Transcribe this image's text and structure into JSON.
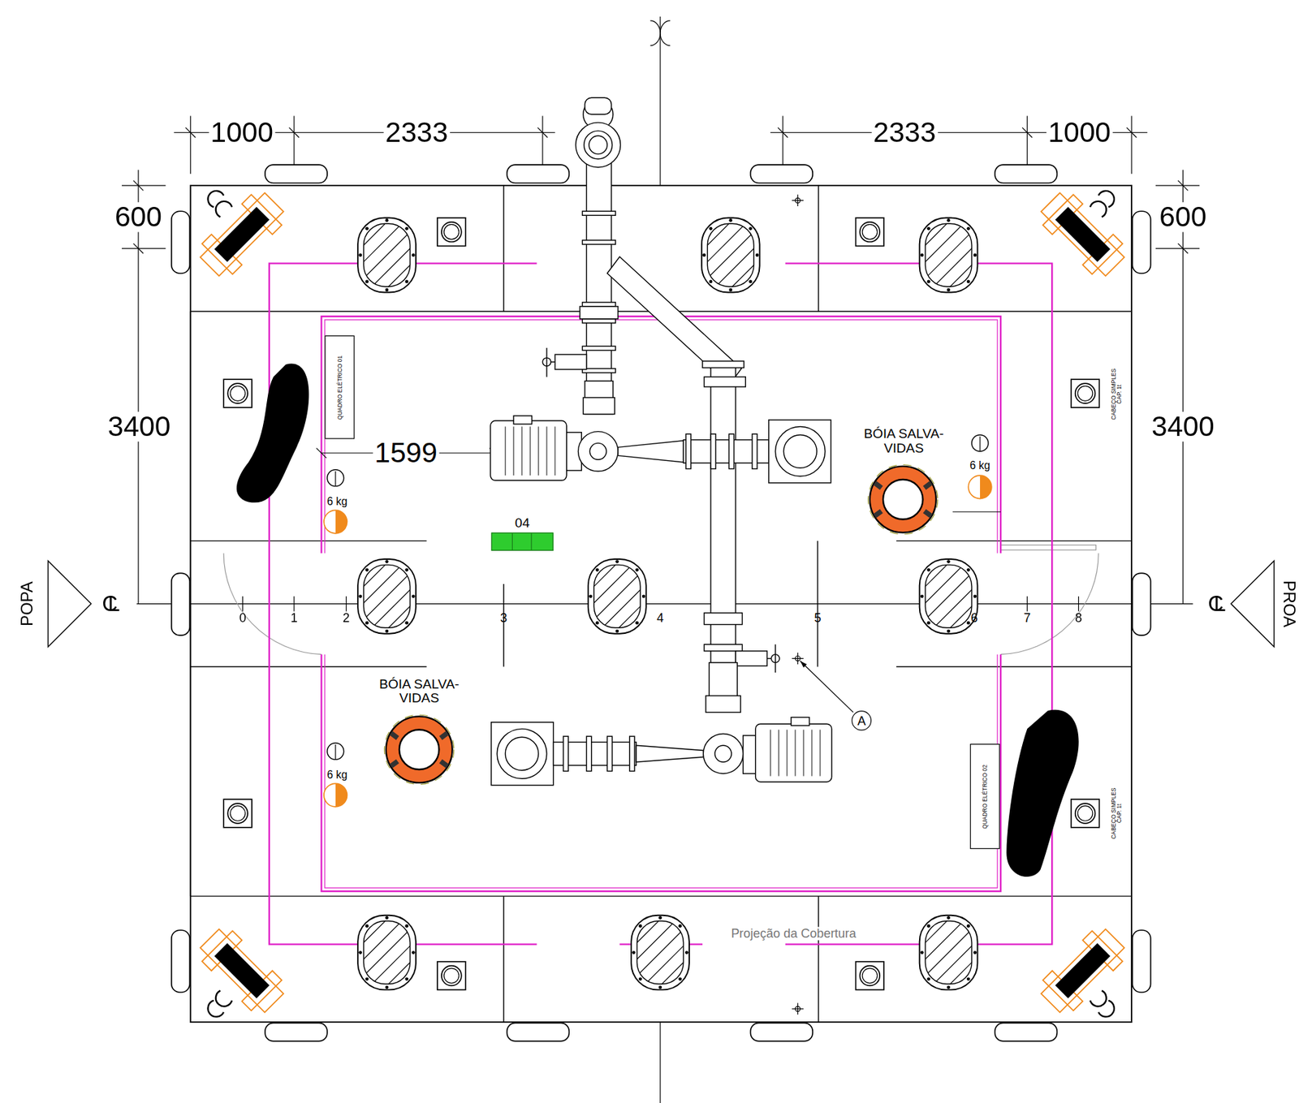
{
  "diagram": {
    "nodes": [
      {
        "text": [
          "QUADRO ELÉTRICO 01"
        ]
      },
      {
        "text": [
          "04"
        ]
      },
      {
        "text": [
          "A"
        ]
      },
      {
        "text": [
          "QUADRO ELÉTRICO 02"
        ]
      }
    ],
    "labels": [
      "1000",
      "2333",
      "2333",
      "1000",
      "600",
      "600",
      "3400",
      "3400",
      "1599",
      "BÓIA SALVA-VIDAS",
      "BÓIA SALVA-VIDAS",
      "6 kg",
      "6 kg",
      "6 kg",
      "CABEÇO SIMPLES CAP. 1t",
      "CABEÇO SIMPLES CAP. 1t",
      "Projeção da Cobertura",
      "POPA",
      "PROA",
      "CL",
      "CL",
      "0",
      "1",
      "2",
      "3",
      "4",
      "5",
      "6",
      "7",
      "8"
    ]
  }
}
